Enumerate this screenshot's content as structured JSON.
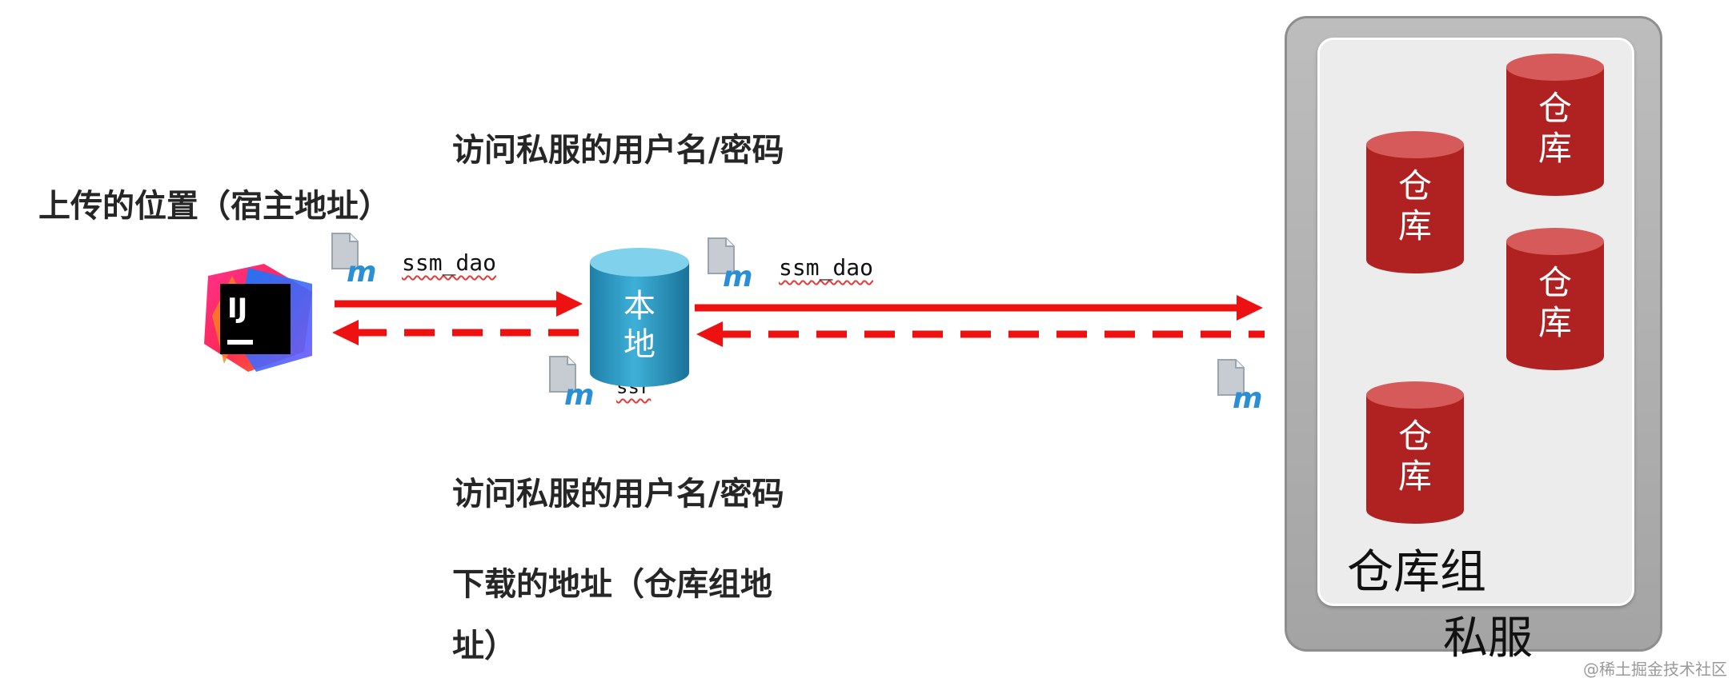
{
  "labels": {
    "upload_location": "上传的位置（宿主地址）",
    "credentials_top": "访问私服的用户名/密码",
    "credentials_bottom": "访问私服的用户名/密码",
    "download_line1": "下载的地址（仓库组地",
    "download_line2": "址）",
    "artifact_left": "ssm_dao",
    "artifact_right": "ssm_dao",
    "artifact_partial": "ssr"
  },
  "local_repo": {
    "line1": "本",
    "line2": "地"
  },
  "private_server": {
    "name": "私服",
    "group_label": "仓库组",
    "repos": [
      {
        "line1": "仓",
        "line2": "库"
      },
      {
        "line1": "仓",
        "line2": "库"
      },
      {
        "line1": "仓",
        "line2": "库"
      },
      {
        "line1": "仓",
        "line2": "库"
      }
    ]
  },
  "ide_logo_text": "IJ",
  "watermark": "@稀土掘金技术社区",
  "colors": {
    "arrow_red": "#ee1111",
    "cylinder_blue": "#2b97c2",
    "repo_red": "#b02222",
    "server_gray": "#a9a9a9"
  },
  "icons": [
    "maven-artifact-icon",
    "intellij-idea-icon"
  ]
}
